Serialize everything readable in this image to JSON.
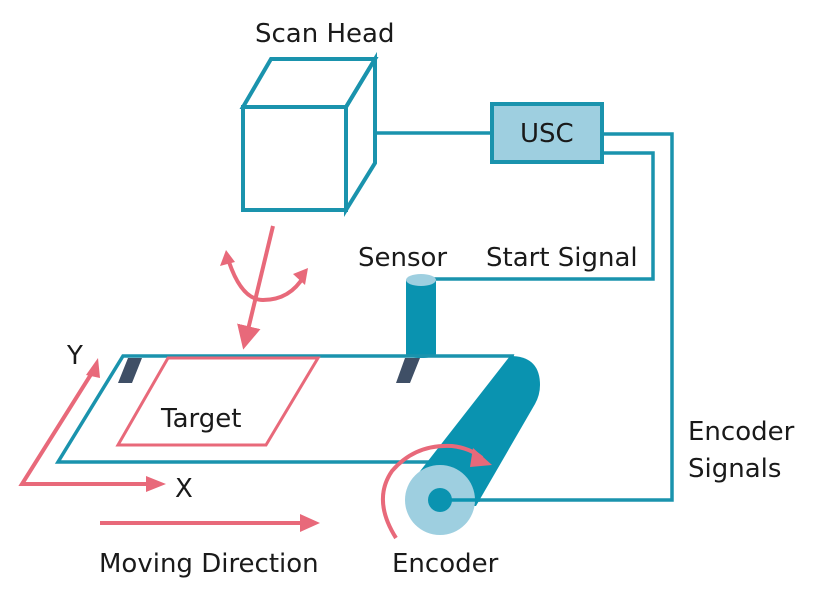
{
  "labels": {
    "scan_head": "Scan Head",
    "usc": "USC",
    "sensor": "Sensor",
    "start_signal": "Start Signal",
    "target": "Target",
    "axis_x": "X",
    "axis_y": "Y",
    "encoder_signals_line1": "Encoder",
    "encoder_signals_line2": "Signals",
    "moving_direction": "Moving Direction",
    "encoder": "Encoder"
  },
  "colors": {
    "teal": "#1a93ad",
    "teal_dark": "#0a93b0",
    "light_blue": "#9ecfe0",
    "red": "#e8697a",
    "slate": "#3f4f66",
    "text": "#1a1a1a"
  }
}
